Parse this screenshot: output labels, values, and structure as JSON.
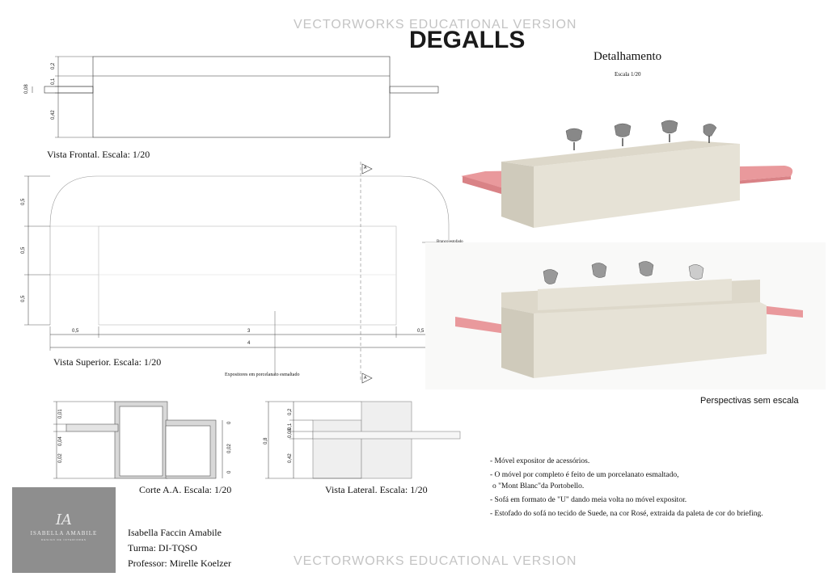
{
  "header": {
    "watermark": "VECTORWORKS EDUCATIONAL VERSION",
    "brand": "DEGALLS",
    "detail_title": "Detalhamento",
    "detail_scale": "Escala 1/20"
  },
  "views": {
    "frontal_caption": "Vista Frontal. Escala: 1/20",
    "superior_caption": "Vista Superior. Escala: 1/20",
    "corte_caption": "Corte A.A. Escala: 1/20",
    "lateral_caption": "Vista Lateral. Escala: 1/20",
    "perspectives_caption": "Perspectivas sem escala"
  },
  "annotations": {
    "branco_estofado": "Branco estofado",
    "expositores": "Expositores em porcelanato esmaltado",
    "section_marker": "A"
  },
  "dimensions": {
    "frontal": [
      "0,2",
      "0,1",
      "0,08",
      "0,42"
    ],
    "superior_vertical": [
      "0,5",
      "0,5",
      "0,5"
    ],
    "superior_horizontal": [
      "0,5",
      "3",
      "0,5",
      "4"
    ],
    "corte": [
      "0,01",
      "0,04",
      "0,02",
      "0",
      "0,02",
      "0"
    ],
    "lateral": [
      "0,2",
      "0,08",
      "0,1",
      "0,42",
      "0,8"
    ]
  },
  "notes": [
    "- Móvel expositor de acessórios.",
    "- O móvel por completo é feito de um porcelanato esmaltado,",
    "o \"Mont Blanc\"da Portobello.",
    "- Sofá em formato de \"U\" dando meia volta no móvel expositor.",
    "- Estofado do sofá no tecido de Suede, na cor Rosé, extraida da paleta de cor do briefing."
  ],
  "author": {
    "logo_monogram": "IA",
    "logo_name": "ISABELLA AMABILE",
    "logo_sub": "DESIGN DE INTERIORES",
    "name": "Isabella Faccin Amabile",
    "turma": "Turma: DI-TQSO",
    "professor": "Professor: Mirelle Koelzer"
  },
  "colors": {
    "body_beige": "#e6e2d6",
    "body_shade": "#cfcabb",
    "sofa_pink": "#e9999c",
    "sofa_pink_dark": "#d98286"
  }
}
